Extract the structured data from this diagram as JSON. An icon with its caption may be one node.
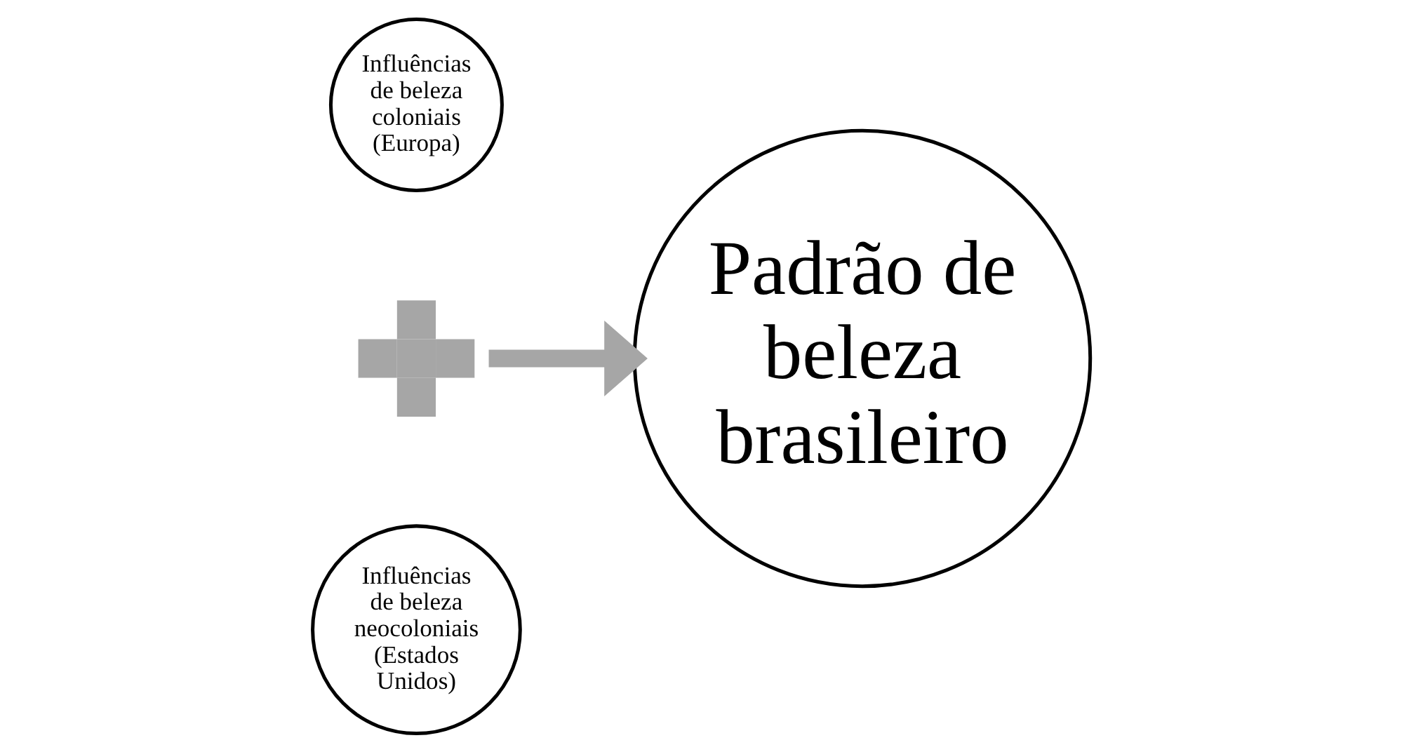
{
  "diagram": {
    "nodes": [
      {
        "text": [
          "Influências de beleza coloniais (Europa)"
        ]
      },
      {
        "text": [],
        "shape": "plus"
      },
      {
        "text": [
          "Influências de beleza neocoloniais (Estados Unidos)"
        ]
      },
      {
        "text": [
          "Padrão de beleza brasileiro"
        ]
      }
    ],
    "edges": [
      {
        "from": 1,
        "to": 3,
        "arrow": "to",
        "color": "#a6a6a6"
      }
    ]
  }
}
